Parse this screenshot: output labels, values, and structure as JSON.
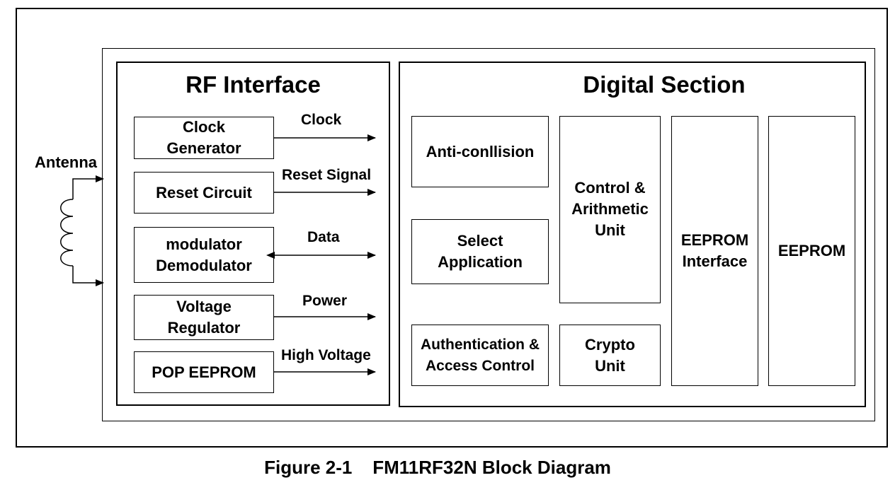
{
  "antenna": {
    "label": "Antenna"
  },
  "rf_interface": {
    "title": "RF Interface",
    "blocks": [
      {
        "label": "Clock\nGenerator",
        "signal": "Clock",
        "direction": "out"
      },
      {
        "label": "Reset Circuit",
        "signal": "Reset Signal",
        "direction": "out"
      },
      {
        "label": "modulator\nDemodulator",
        "signal": "Data",
        "direction": "bidirectional"
      },
      {
        "label": "Voltage\nRegulator",
        "signal": "Power",
        "direction": "out"
      },
      {
        "label": "POP EEPROM",
        "signal": "High Voltage",
        "direction": "out"
      }
    ]
  },
  "digital_section": {
    "title": "Digital Section",
    "blocks": {
      "anticollision": "Anti-conllision",
      "select_application": "Select\nApplication",
      "authentication": "Authentication &\nAccess Control",
      "control_unit": "Control &\nArithmetic\nUnit",
      "crypto_unit": "Crypto\nUnit",
      "eeprom_interface": "EEPROM\nInterface",
      "eeprom": "EEPROM"
    }
  },
  "caption": "Figure 2-1    FM11RF32N Block Diagram"
}
